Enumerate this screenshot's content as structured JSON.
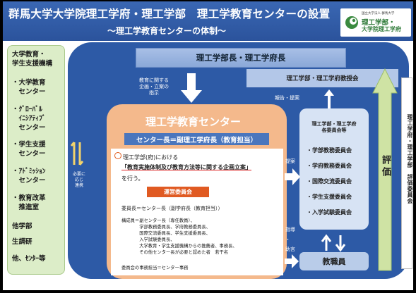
{
  "header": {
    "title": "群馬大学大学院理工学府・理工学部　理工学教育センターの設置",
    "subtitle": "～理工学教育センターの体制～",
    "logo_small": "国立大学法人 群馬大学",
    "logo_line1": "理工学部・",
    "logo_line2": "大学院理工学府"
  },
  "left_panel": {
    "heading": "大学教育・\n学生支援機構",
    "items": [
      "・大学教育\n　センター",
      "・ｸﾞﾛｰﾊﾞﾙ\n　ｲﾆｼｱﾃｨﾌﾞ\n　センター",
      "・学生支援\n　センター",
      "・ｱﾄﾞﾐｯｼｮﾝ\n　センター",
      "・教育改革\n　推進室"
    ],
    "others": [
      "他学部",
      "生調研",
      "他、ｾﾝﾀｰ等"
    ]
  },
  "need_label": "必要に\n応じ\n連携",
  "dean": "理工学部長・理工学府長",
  "council": "理工学部・理工学府教授会",
  "report_label": "報告・提案",
  "instruction_label": "教育に関する\n企画・立案の\n指示",
  "evaluation": "評価",
  "eval_committee": "理工学府・理工学部　評価委員会",
  "center": {
    "title": "理工学教育センター",
    "head": "センター長＝副理工学府長（教育担当）",
    "faculty_line": "理工学部(府)における",
    "underline_line": "「教育実施体制及び教育方法等に関する企画立案」",
    "perform_line": "を行う。",
    "ops_committee": "運営委員会",
    "chair_line": "委員長＝センター長（副学府長（教育担当））",
    "members": "構成員＝副センター長（専任教員）、\n　　　　学部教務委員長、学府教務委員長、\n　　　　国際交流委員長、学生支援委員長、\n　　　　入学試験委員長、\n　　　　大学教育・学生支援機構からの推薦者、事務長、\n　　　　その他センター長が必要と認めた者　若干名",
    "office_line": "委員会の事務担当＝センター事務"
  },
  "committees": {
    "header": "理工学部・理工学府\n各委員会等",
    "items": [
      "・学部教務委員会",
      "・学府教務委員会",
      "・国際交流委員会",
      "・学生支援委員会",
      "・入学試験委員会"
    ]
  },
  "proposal_label": "提案",
  "guidance_label": "指導\n・\n助言",
  "staff": "教職員",
  "colors": {
    "header_blue": "#2f5ca6",
    "panel_blue": "#2d5aa6",
    "center_orange": "#f4b98c",
    "ops_orange": "#e05a22",
    "left_green": "#dcedc8",
    "eval_green": "#cfe3a4"
  }
}
